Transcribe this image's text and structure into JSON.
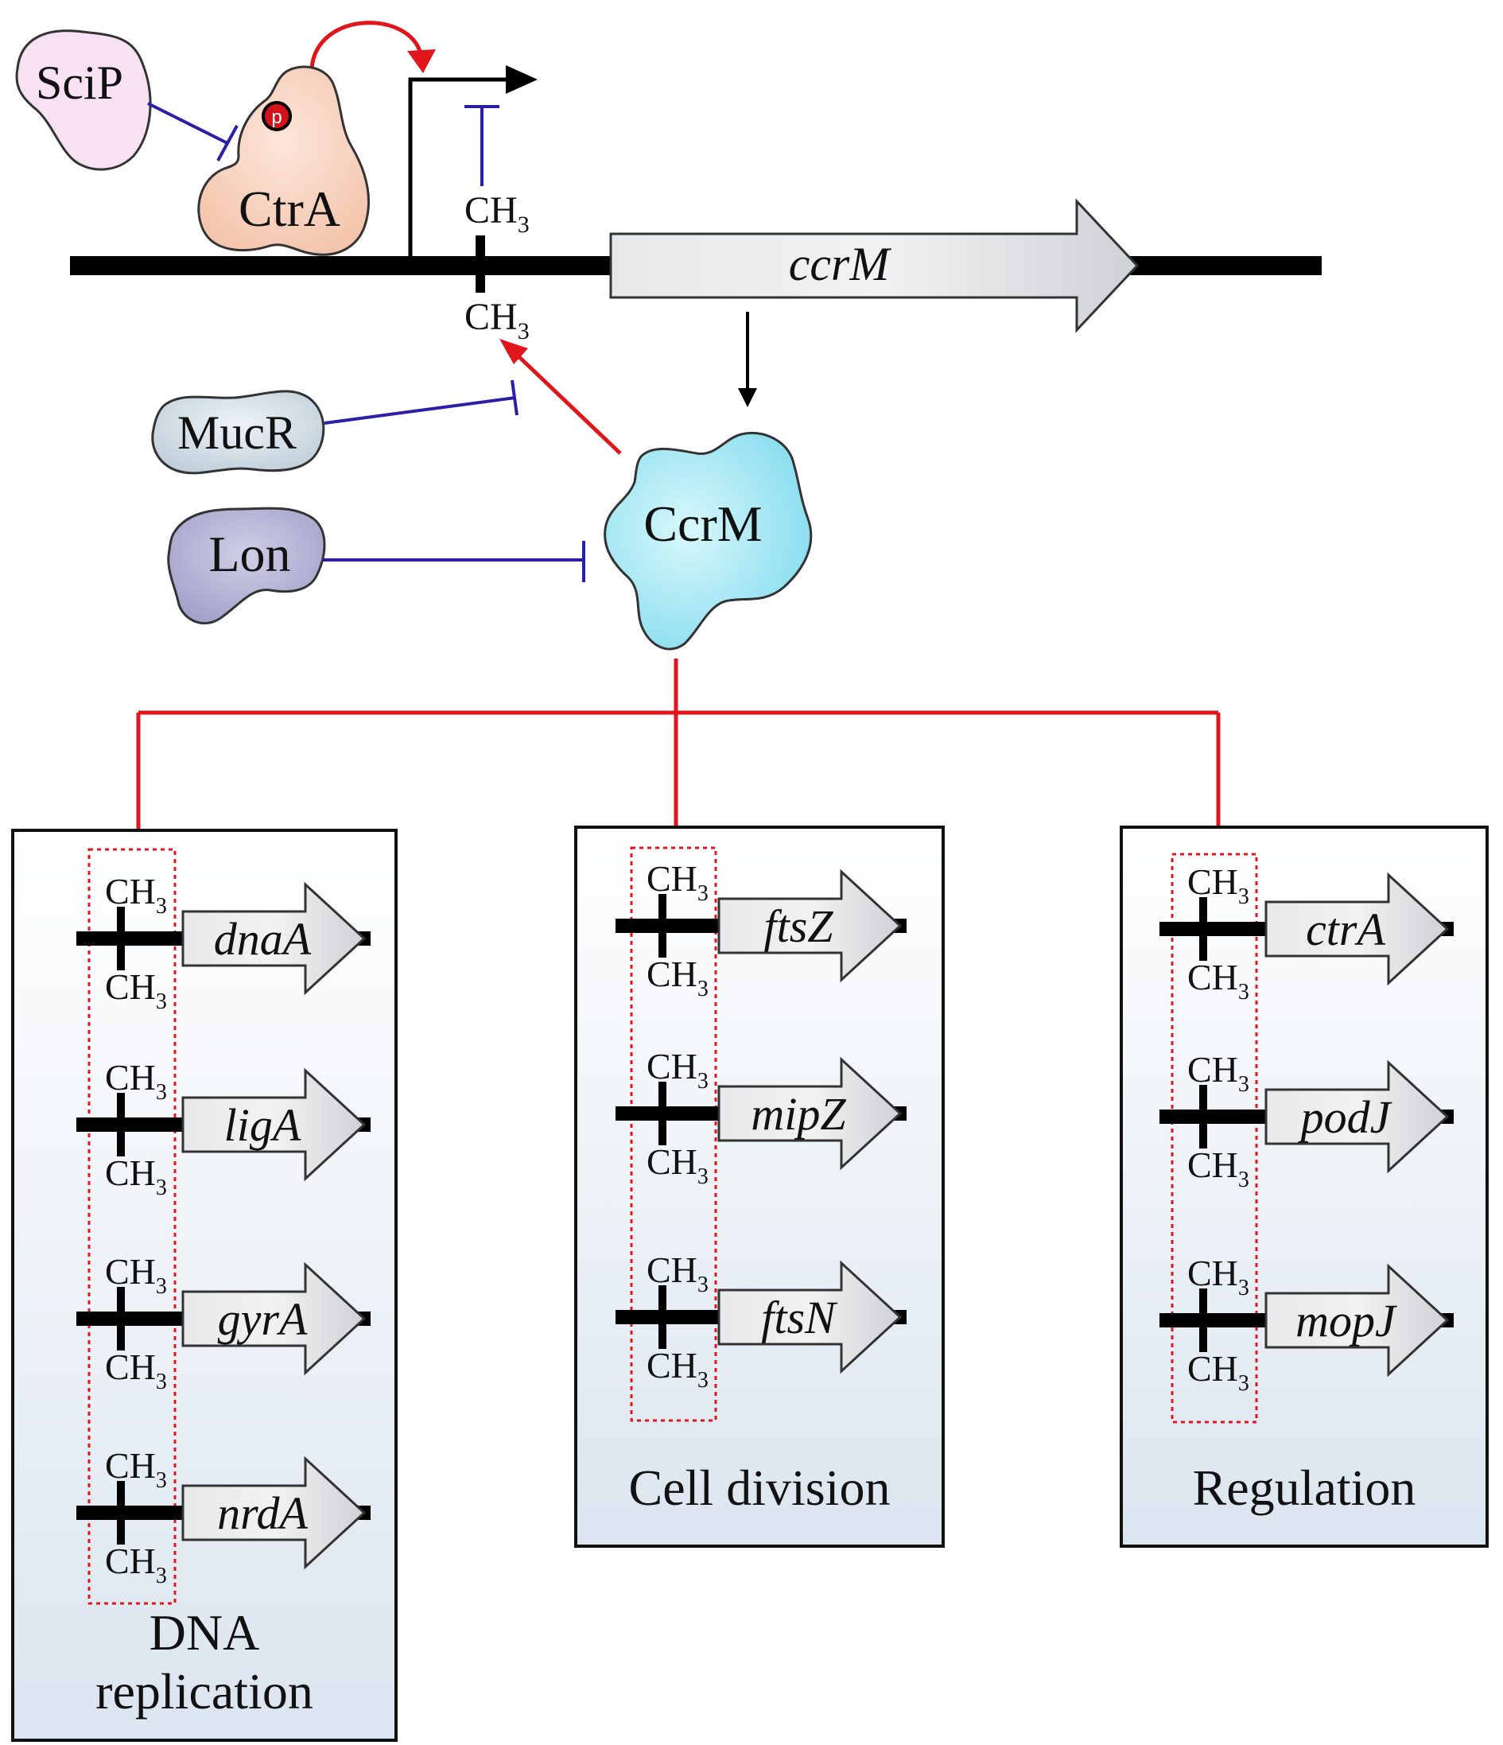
{
  "proteins": {
    "scip": "SciP",
    "ctra": "CtrA",
    "phospho": "p",
    "mucr": "MucR",
    "lon": "Lon",
    "ccrm": "CcrM"
  },
  "main_gene": "ccrM",
  "methyl_label": {
    "base": "CH",
    "sub": "3"
  },
  "panels": [
    {
      "title_lines": [
        "DNA",
        "replication"
      ],
      "genes": [
        "dnaA",
        "ligA",
        "gyrA",
        "nrdA"
      ]
    },
    {
      "title_lines": [
        "Cell division"
      ],
      "genes": [
        "ftsZ",
        "mipZ",
        "ftsN"
      ]
    },
    {
      "title_lines": [
        "Regulation"
      ],
      "genes": [
        "ctrA",
        "podJ",
        "mopJ"
      ]
    }
  ],
  "colors": {
    "activation_arrow": "#e0161c",
    "inhibition": "#2a1fa6",
    "dna": "#000000",
    "methyl_box": "#e0161c",
    "gene_arrow_fill": "#d6d9dc",
    "panel_top": "#ffffff",
    "panel_bottom": "#dbe5ef",
    "scip_fill": "#f7e1f2",
    "ctra_fill": "#f9d6c2",
    "mucr_fill": "#d6e2ea",
    "lon_fill": "#b6b6d8",
    "ccrm_fill": "#9fe6f3",
    "phospho_fill": "#d3121b"
  }
}
